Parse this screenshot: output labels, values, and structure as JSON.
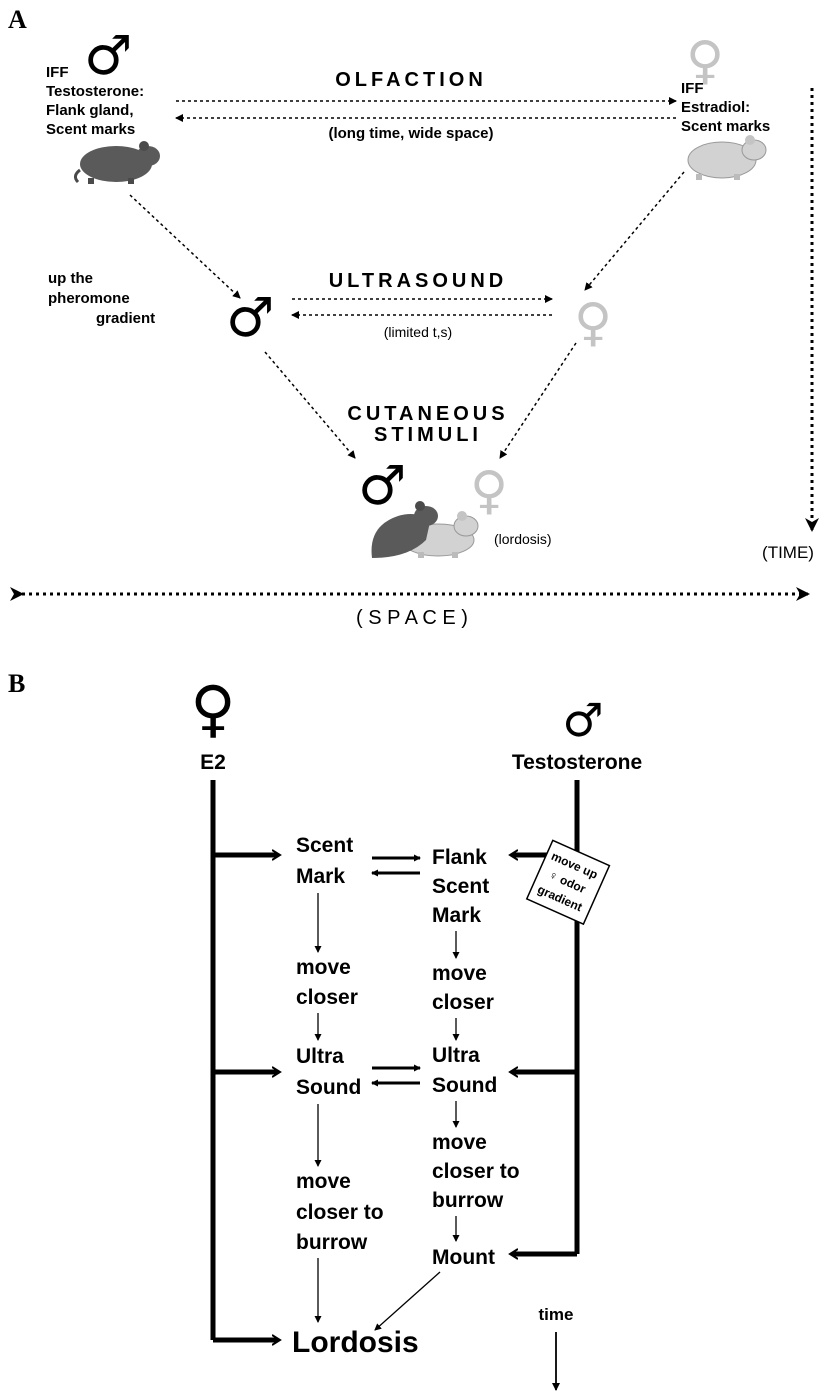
{
  "panel_a": {
    "letter": "A",
    "male_symbol": "♂",
    "female_symbol": "♀",
    "male_top_label": [
      "IFF",
      "Testosterone:",
      "Flank gland,",
      "Scent marks"
    ],
    "female_top_label": [
      "IFF",
      "Estradiol:",
      "Scent marks"
    ],
    "olfaction": "OLFACTION",
    "olfaction_note": "(long time, wide space)",
    "gradient_label": [
      "up the",
      "pheromone",
      "gradient"
    ],
    "ultrasound": "ULTRASOUND",
    "ultrasound_note": "(limited t,s)",
    "cutaneous": [
      "CUTANEOUS",
      "STIMULI"
    ],
    "lordosis_note": "(lordosis)",
    "time_axis": "(TIME)",
    "space_axis": "( S P A C E )",
    "colors": {
      "male": "#000000",
      "female": "#c4c4c4",
      "male_rodent": "#5a5a5a",
      "female_rodent": "#d2d2d2"
    }
  },
  "panel_b": {
    "letter": "B",
    "female_symbol": "♀",
    "male_symbol": "♂",
    "female_hormone": "E2",
    "male_hormone": "Testosterone",
    "female_steps": {
      "scent_mark": [
        "Scent",
        "Mark"
      ],
      "move_closer": [
        "move",
        "closer"
      ],
      "ultra_sound": [
        "Ultra",
        "Sound"
      ],
      "move_closer_burrow": [
        "move",
        "closer to",
        "burrow"
      ],
      "lordosis": "Lordosis"
    },
    "male_steps": {
      "flank_scent_mark": [
        "Flank",
        "Scent",
        "Mark"
      ],
      "move_closer": [
        "move",
        "closer"
      ],
      "ultra_sound": [
        "Ultra",
        "Sound"
      ],
      "move_closer_burrow": [
        "move",
        "closer to",
        "burrow"
      ],
      "mount": "Mount"
    },
    "odor_gradient_tag": [
      "move up",
      "♀ odor",
      "gradient"
    ],
    "time_label": "time"
  }
}
